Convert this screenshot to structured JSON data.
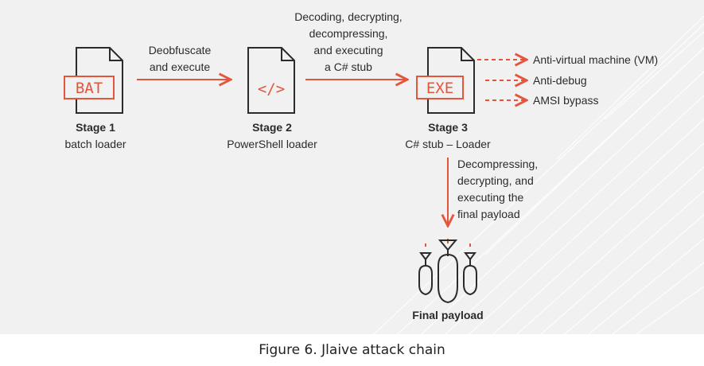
{
  "colors": {
    "accent": "#e5553c",
    "ink": "#2b2b2b",
    "background": "#f1f1f1"
  },
  "stage1": {
    "icon_text": "BAT",
    "title": "Stage 1",
    "subtitle": "batch loader"
  },
  "stage2": {
    "icon_text": "</>",
    "title": "Stage 2",
    "subtitle": "PowerShell loader"
  },
  "stage3": {
    "icon_text": "EXE",
    "title": "Stage 3",
    "subtitle": "C# stub – Loader"
  },
  "edge1": {
    "lines": [
      "Deobfuscate",
      "and execute"
    ]
  },
  "edge2": {
    "lines": [
      "Decoding, decrypting,",
      "decompressing,",
      "and executing",
      "a C# stub"
    ]
  },
  "edge3": {
    "lines": [
      "Decompressing,",
      "decrypting, and",
      "executing the",
      "final payload"
    ]
  },
  "features": [
    "Anti-virtual machine (VM)",
    "Anti-debug",
    "AMSI bypass"
  ],
  "final": {
    "title": "Final payload",
    "icon": "bombs-icon"
  },
  "caption": "Figure 6. Jlaive attack chain"
}
